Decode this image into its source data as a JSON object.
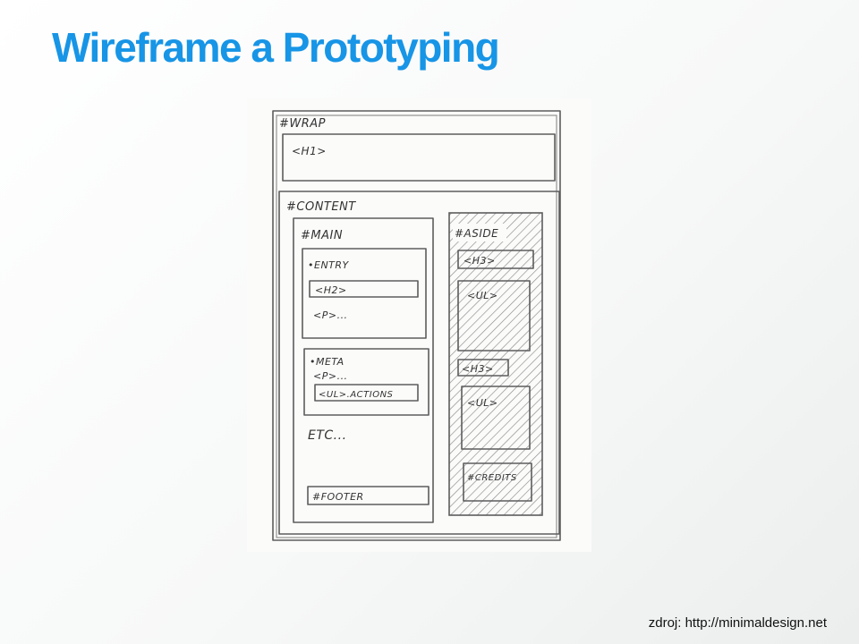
{
  "title": "Wireframe a Prototyping",
  "caption": "zdroj: http://minimaldesign.net",
  "sketch": {
    "wrap": "#WRAP",
    "h1": "<H1>",
    "content": "#CONTENT",
    "main": "#MAIN",
    "entry": "•ENTRY",
    "h2": "<H2>",
    "p": "<P>...",
    "meta": "•META",
    "meta_p": "<P>...",
    "ul_actions": "<UL>.ACTIONS",
    "etc": "ETC...",
    "footer": "#FOOTER",
    "aside": "#ASIDE",
    "aside_h3_1": "<H3>",
    "aside_ul_1": "<UL>",
    "aside_h3_2": "<H3>",
    "aside_ul_2": "<UL>",
    "credits": "#CREDITS"
  },
  "colors": {
    "title": "#1795e6",
    "caption": "#111111"
  }
}
